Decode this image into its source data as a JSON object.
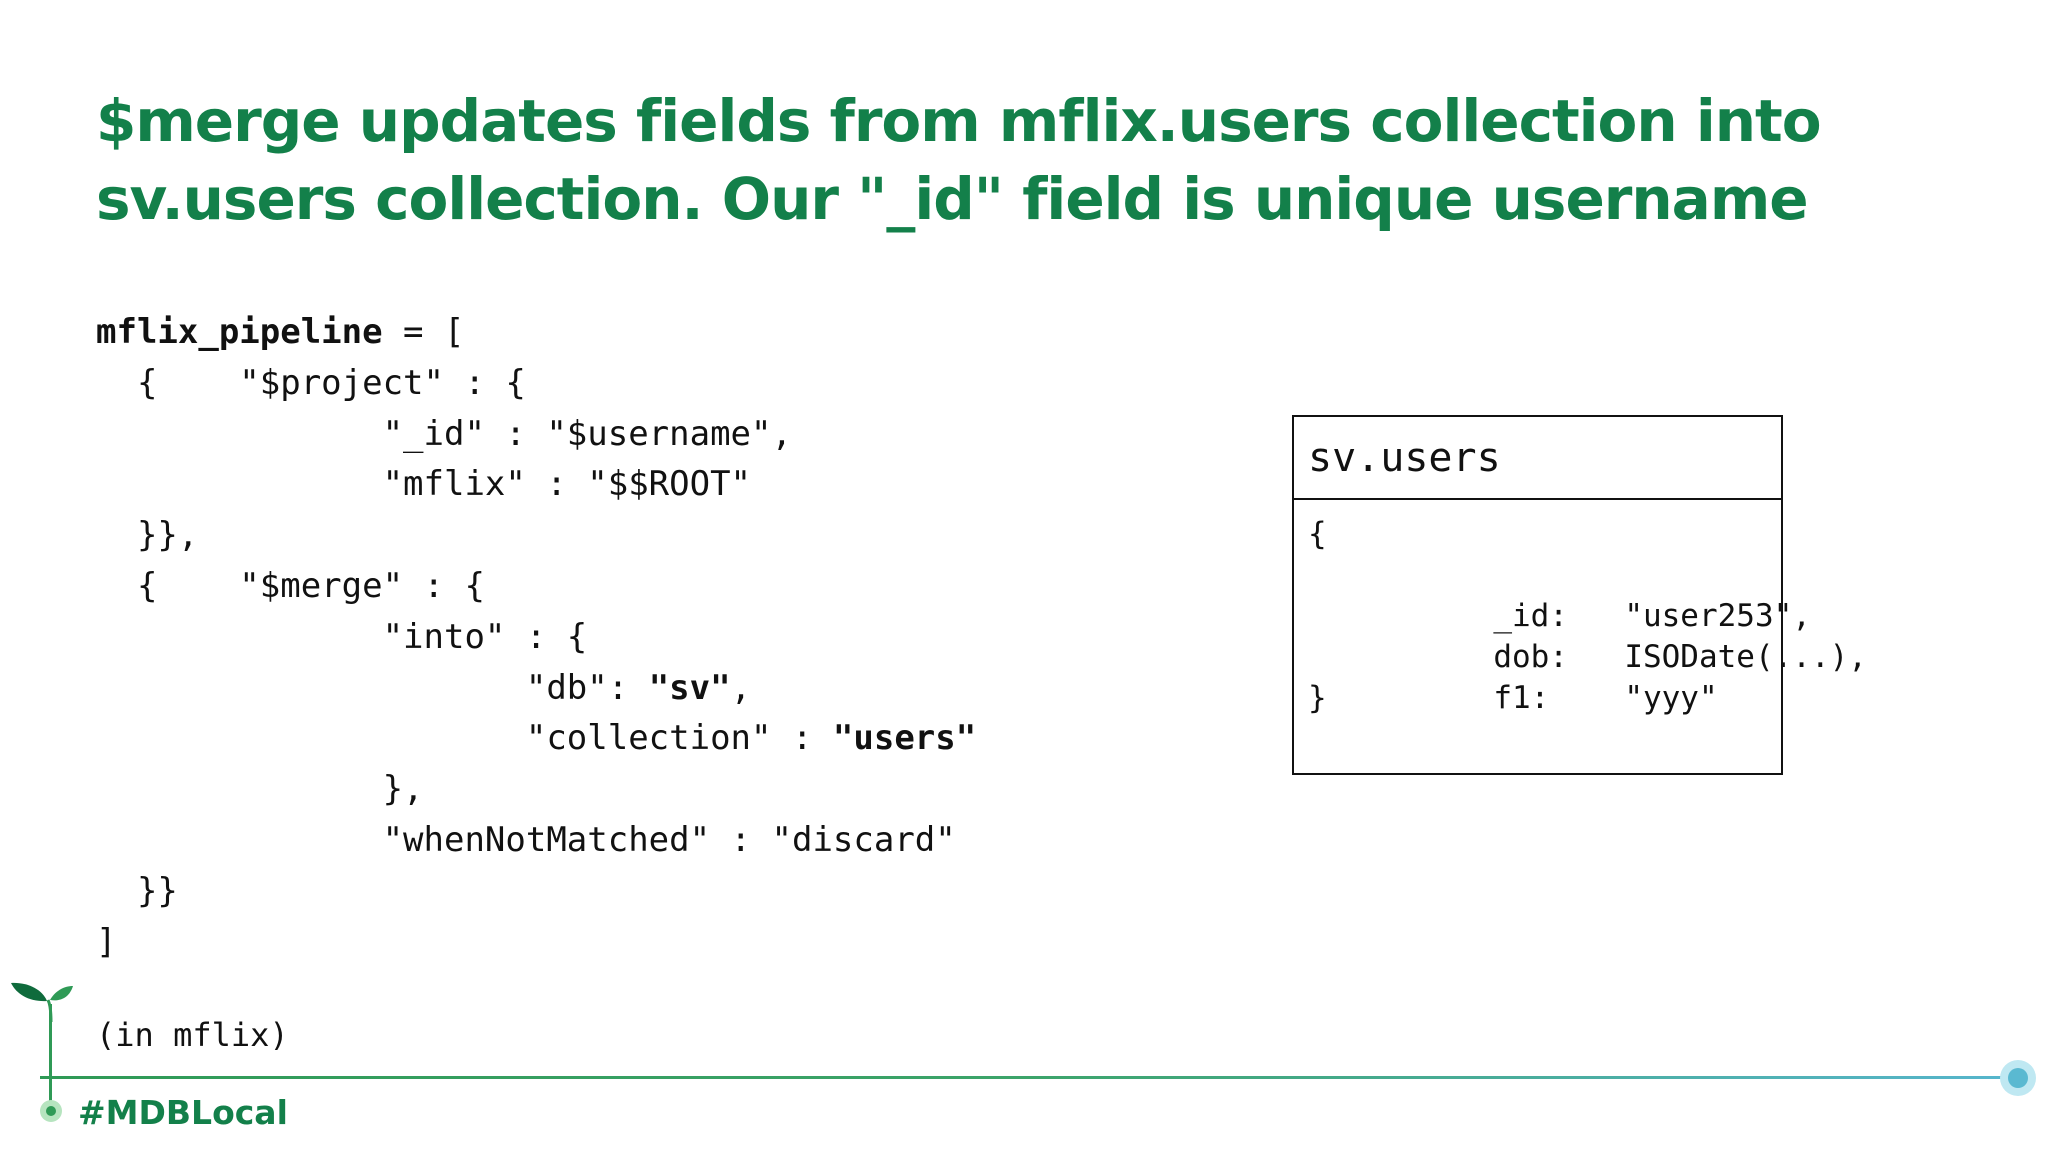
{
  "slide": {
    "title_line1": "$merge updates fields from mflix.users collection into",
    "title_line2": "sv.users collection. Our \"_id\" field is unique username"
  },
  "code": {
    "lines": [
      [
        {
          "t": "mflix_pipeline",
          "b": true
        },
        {
          "t": " = ["
        }
      ],
      [
        {
          "t": "  {    \"$project\" : {"
        }
      ],
      [
        {
          "t": "              \"_id\" : \"$username\","
        }
      ],
      [
        {
          "t": "              \"mflix\" : \"$$ROOT\""
        }
      ],
      [
        {
          "t": "  }},"
        }
      ],
      [
        {
          "t": "  {    \"$merge\" : {"
        }
      ],
      [
        {
          "t": "              \"into\" : {"
        }
      ],
      [
        {
          "t": "                     \"db\": "
        },
        {
          "t": "\"sv\"",
          "b": true
        },
        {
          "t": ","
        }
      ],
      [
        {
          "t": "                     \"collection\" : "
        },
        {
          "t": "\"users\"",
          "b": true
        }
      ],
      [
        {
          "t": "              },"
        }
      ],
      [
        {
          "t": "              \"whenNotMatched\" : \"discard\""
        }
      ],
      [
        {
          "t": "  }}"
        }
      ],
      [
        {
          "t": "]"
        }
      ]
    ],
    "note": "(in mflix)"
  },
  "sv_box": {
    "title": "sv.users",
    "open_brace": "{",
    "fields": [
      {
        "name": "_id:",
        "value": "\"user253\","
      },
      {
        "name": "dob:",
        "value": "ISODate(...),"
      },
      {
        "name": "f1:",
        "value": "\"yyy\""
      }
    ],
    "close_brace": "}"
  },
  "footer": {
    "hashtag": "#MDBLocal",
    "leaf_icon": "sprout-leaf-icon",
    "colors": {
      "green": "#13804a",
      "line_start": "#2f9a56",
      "line_end": "#57b6ce"
    }
  }
}
